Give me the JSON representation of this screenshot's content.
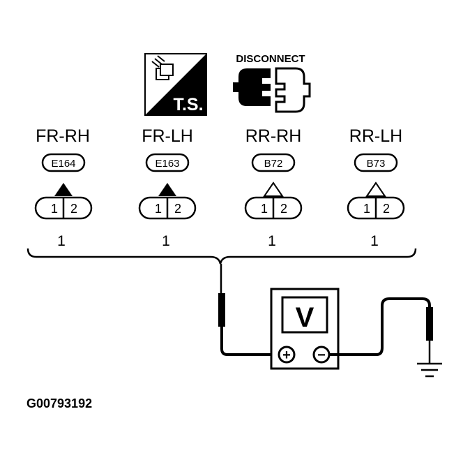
{
  "icons": {
    "ts_label": "T.S.",
    "disconnect_label": "DISCONNECT"
  },
  "sensors": [
    {
      "position": "FR-RH",
      "connector": "E164",
      "pins": [
        "1",
        "2"
      ],
      "terminal": "1",
      "triangle": "filled"
    },
    {
      "position": "FR-LH",
      "connector": "E163",
      "pins": [
        "1",
        "2"
      ],
      "terminal": "1",
      "triangle": "filled"
    },
    {
      "position": "RR-RH",
      "connector": "B72",
      "pins": [
        "1",
        "2"
      ],
      "terminal": "1",
      "triangle": "open"
    },
    {
      "position": "RR-LH",
      "connector": "B73",
      "pins": [
        "1",
        "2"
      ],
      "terminal": "1",
      "triangle": "open"
    }
  ],
  "meter": {
    "display": "V",
    "positive_symbol": "+",
    "negative_symbol": "−"
  },
  "figure_id": "G00793192"
}
